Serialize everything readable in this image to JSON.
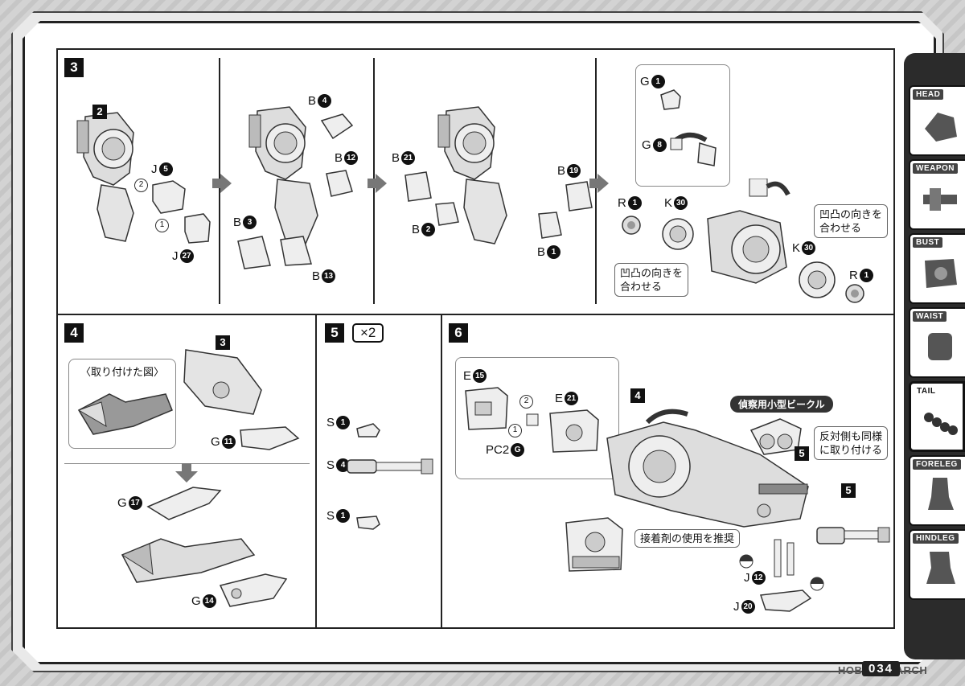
{
  "side_tabs": [
    {
      "label": "HEAD",
      "active": false
    },
    {
      "label": "WEAPON",
      "active": false
    },
    {
      "label": "BUST",
      "active": false
    },
    {
      "label": "WAIST",
      "active": false
    },
    {
      "label": "TAIL",
      "active": true
    },
    {
      "label": "FORELEG",
      "active": false
    },
    {
      "label": "HINDLEG",
      "active": false
    }
  ],
  "step3": {
    "number": "3",
    "sub1": {
      "assembly": "2",
      "parts": [
        {
          "letter": "J",
          "num": "5"
        },
        {
          "letter": "J",
          "num": "27"
        }
      ],
      "order": [
        "1",
        "2"
      ]
    },
    "sub2": {
      "parts": [
        {
          "letter": "B",
          "num": "4"
        },
        {
          "letter": "B",
          "num": "12"
        },
        {
          "letter": "B",
          "num": "3"
        },
        {
          "letter": "B",
          "num": "13"
        }
      ]
    },
    "sub3": {
      "parts": [
        {
          "letter": "B",
          "num": "21"
        },
        {
          "letter": "B",
          "num": "19"
        },
        {
          "letter": "B",
          "num": "2"
        },
        {
          "letter": "B",
          "num": "1"
        }
      ]
    },
    "sub4": {
      "parts": [
        {
          "letter": "G",
          "num": "1"
        },
        {
          "letter": "G",
          "num": "8"
        },
        {
          "letter": "R",
          "num": "1"
        },
        {
          "letter": "K",
          "num": "30"
        },
        {
          "letter": "K",
          "num": "30"
        },
        {
          "letter": "R",
          "num": "1"
        }
      ],
      "note_left": "凹凸の向きを\n合わせる",
      "note_right": "凹凸の向きを\n合わせる"
    }
  },
  "step4": {
    "number": "4",
    "inset_title": "〈取り付けた図〉",
    "assembly": "3",
    "parts": [
      {
        "letter": "G",
        "num": "11"
      },
      {
        "letter": "G",
        "num": "17"
      },
      {
        "letter": "G",
        "num": "14"
      }
    ]
  },
  "step5": {
    "number": "5",
    "multiplier": "×2",
    "parts": [
      {
        "letter": "S",
        "num": "1"
      },
      {
        "letter": "S",
        "num": "4"
      },
      {
        "letter": "S",
        "num": "1"
      }
    ]
  },
  "step6": {
    "number": "6",
    "inset_parts": [
      {
        "letter": "E",
        "num": "15"
      },
      {
        "letter": "E",
        "num": "21"
      },
      {
        "letter": "PC2",
        "num": "G"
      }
    ],
    "order": [
      "1",
      "2"
    ],
    "assembly_4": "4",
    "assembly_5a": "5",
    "assembly_5b": "5",
    "vehicle_tag": "偵察用小型ビークル",
    "note_other_side": "反対側も同様\nに取り付ける",
    "note_glue": "接着剤の使用を推奨",
    "parts": [
      {
        "letter": "J",
        "num": "12"
      },
      {
        "letter": "J",
        "num": "20"
      }
    ]
  },
  "page_number": "034",
  "watermark": "HOBBY SEARCH"
}
